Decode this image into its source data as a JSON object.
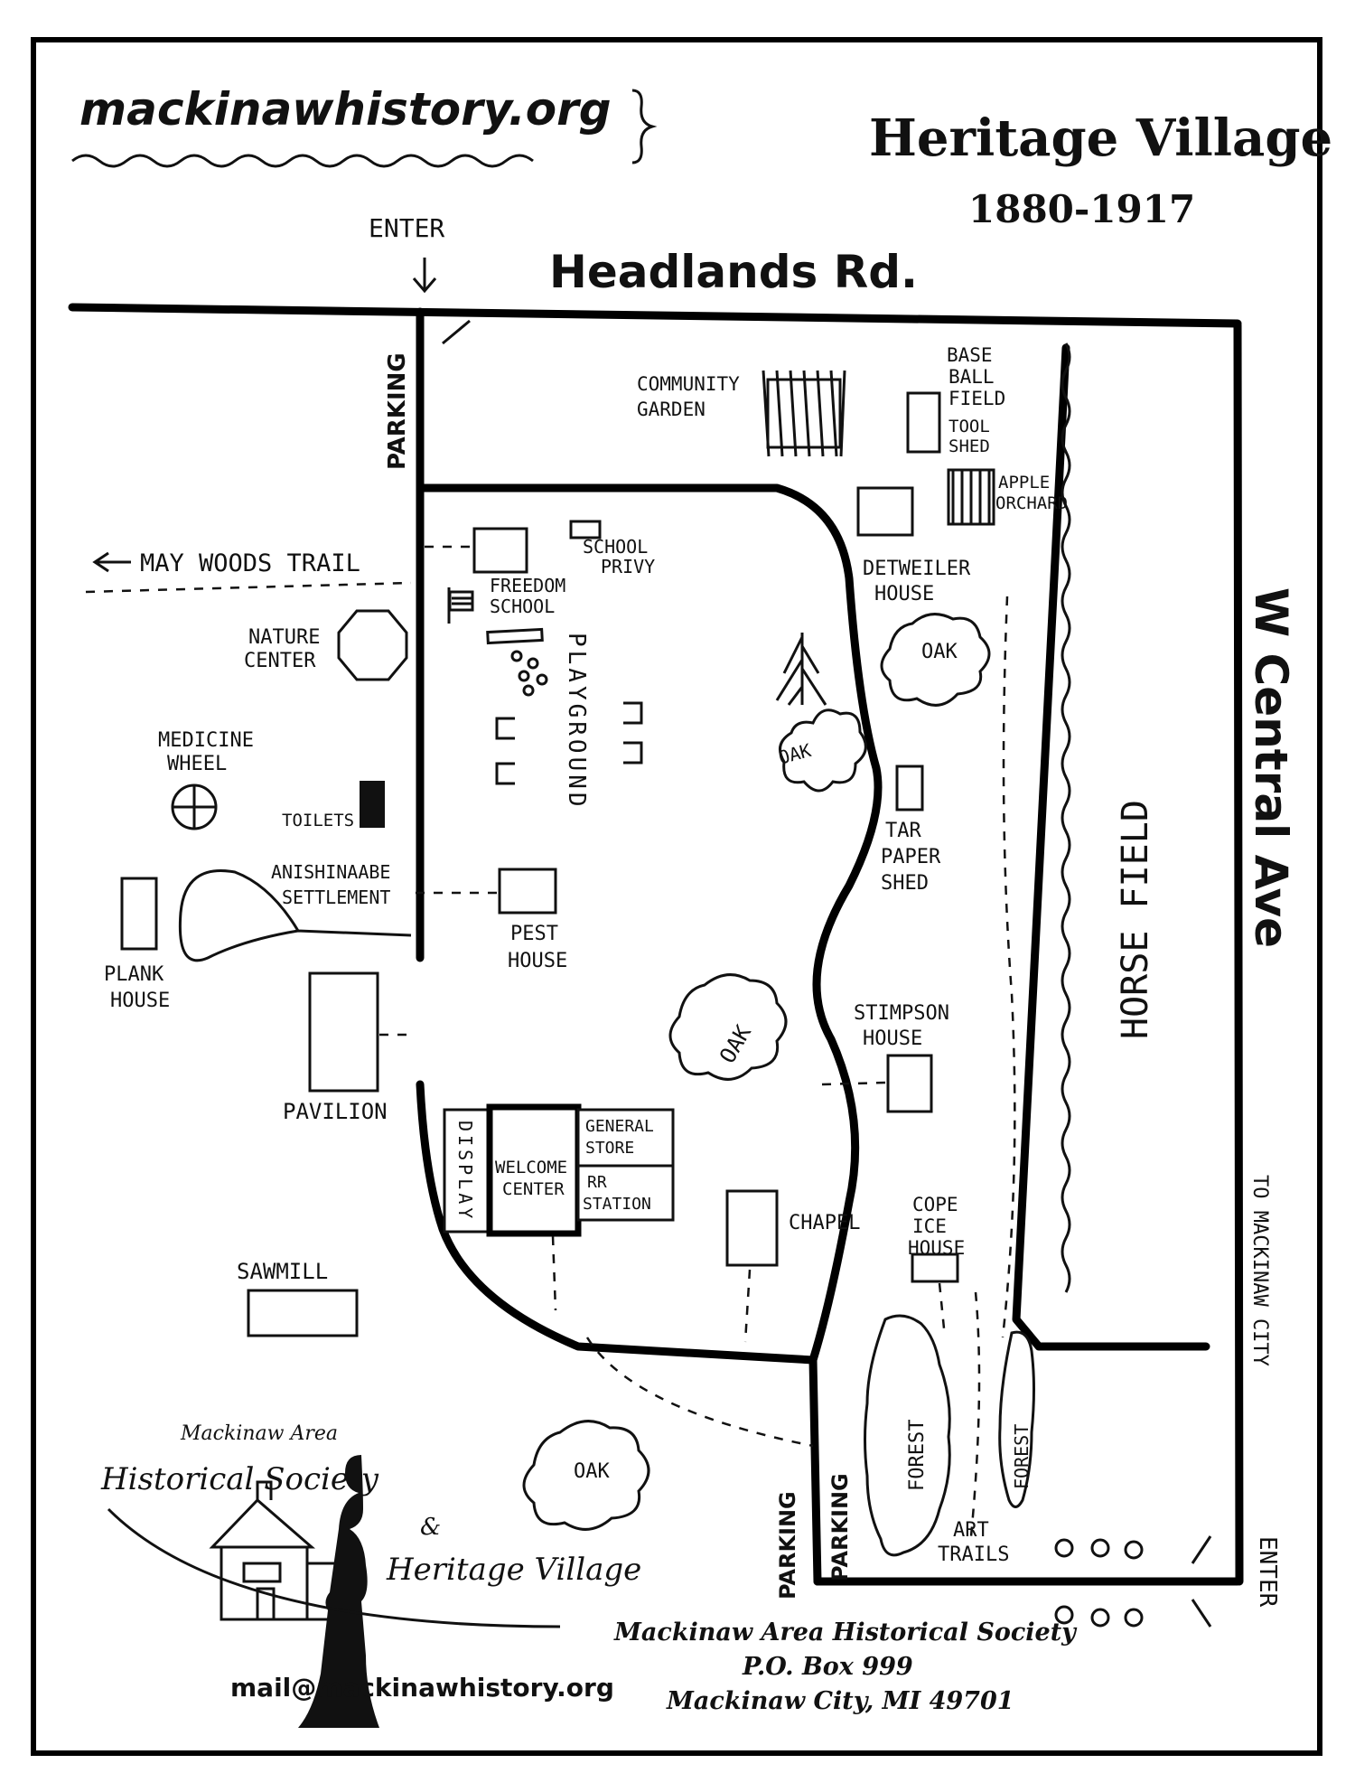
{
  "header": {
    "website": "mackinawhistory.org",
    "title": "Heritage Village",
    "years": "1880-1917"
  },
  "roads": {
    "headlands": "Headlands Rd.",
    "central": "W Central Ave",
    "enter_top": "ENTER",
    "enter_right": "ENTER",
    "to_city": "TO MACKINAW CITY",
    "may_woods": "MAY WOODS TRAIL",
    "parking": "PARKING"
  },
  "places": {
    "community_garden_1": "COMMUNITY",
    "community_garden_2": "GARDEN",
    "baseball_1": "BASE",
    "baseball_2": "BALL",
    "baseball_3": "FIELD",
    "tool_shed_1": "TOOL",
    "tool_shed_2": "SHED",
    "apple_1": "APPLE",
    "apple_2": "ORCHARD",
    "school_privy_1": "SCHOOL",
    "school_privy_2": "PRIVY",
    "freedom_school_1": "FREEDOM",
    "freedom_school_2": "SCHOOL",
    "detweiler_1": "DETWEILER",
    "detweiler_2": "HOUSE",
    "nature_center_1": "NATURE",
    "nature_center_2": "CENTER",
    "playground": "PLAYGROUND",
    "medicine_wheel_1": "MEDICINE",
    "medicine_wheel_2": "WHEEL",
    "toilets": "TOILETS",
    "tar_paper_1": "TAR",
    "tar_paper_2": "PAPER",
    "tar_paper_3": "SHED",
    "horse_field": "HORSE FIELD",
    "anishinaabe_1": "ANISHINAABE",
    "anishinaabe_2": "SETTLEMENT",
    "pest_house_1": "PEST",
    "pest_house_2": "HOUSE",
    "plank_house_1": "PLANK",
    "plank_house_2": "HOUSE",
    "oak": "OAK",
    "stimpson_1": "STIMPSON",
    "stimpson_2": "HOUSE",
    "pavilion": "PAVILION",
    "display": "DISPLAY",
    "welcome_1": "WELCOME",
    "welcome_2": "CENTER",
    "general_store_1": "GENERAL",
    "general_store_2": "STORE",
    "rr_station_1": "RR",
    "rr_station_2": "STATION",
    "chapel": "CHAPEL",
    "cope_1": "COPE",
    "cope_2": "ICE",
    "cope_3": "HOUSE",
    "sawmill": "SAWMILL",
    "forest": "FOREST",
    "art_trails_1": "ART",
    "art_trails_2": "TRAILS"
  },
  "logo": {
    "line1": "Mackinaw Area",
    "line2": "Historical Society",
    "amp": "&",
    "line3": "Heritage Village"
  },
  "footer": {
    "email": "mail@mackinawhistory.org",
    "org": "Mackinaw Area Historical Society",
    "box": "P.O. Box 999",
    "city": "Mackinaw City, MI 49701"
  }
}
